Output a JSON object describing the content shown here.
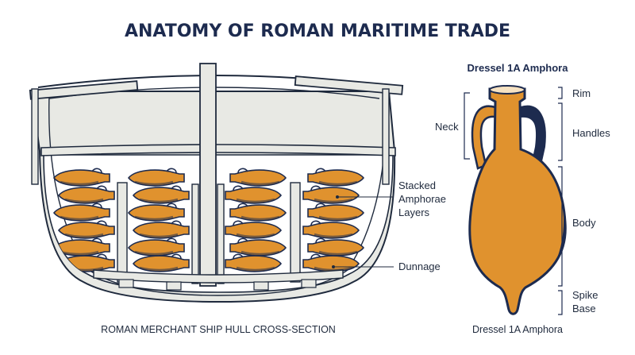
{
  "title": "ANATOMY OF ROMAN MARITIME TRADE",
  "hull": {
    "labels": {
      "stacked_line1": "Stacked",
      "stacked_line2": "Amphorae",
      "stacked_line3": "Layers",
      "dunnage": "Dunnage"
    },
    "caption": "ROMAN MERCHANT SHIP HULL CROSS-SECTION"
  },
  "amphora": {
    "heading": "Dressel 1A Amphora",
    "parts": {
      "rim": "Rim",
      "neck": "Neck",
      "handles": "Handles",
      "body": "Body",
      "spike_line1": "Spike",
      "spike_line2": "Base"
    },
    "caption": "Dressel 1A Amphora"
  },
  "colors": {
    "navy": "#1d2b4f",
    "terracotta": "#e0922e",
    "wood": "#e8e9e4",
    "outline": "#1f2a3d"
  }
}
